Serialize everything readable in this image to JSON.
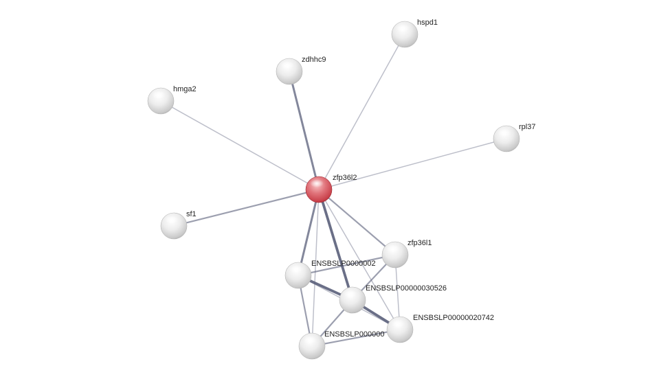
{
  "network": {
    "center_color": "#d9545c",
    "node_color": "#e6e6e6",
    "edge_color": "#5a5f7a",
    "nodes": [
      {
        "id": "zfp36l2",
        "label": "zfp36l2",
        "center": true
      },
      {
        "id": "hspd1",
        "label": "hspd1"
      },
      {
        "id": "zdhhc9",
        "label": "zdhhc9"
      },
      {
        "id": "hmga2",
        "label": "hmga2"
      },
      {
        "id": "rpl37",
        "label": "rpl37"
      },
      {
        "id": "sf1",
        "label": "sf1"
      },
      {
        "id": "zfp36l1",
        "label": "zfp36l1"
      },
      {
        "id": "ENSBSLP0000002x",
        "label": "ENSBSLP0000002"
      },
      {
        "id": "ENSBSLP00000030526",
        "label": "ENSBSLP00000030526"
      },
      {
        "id": "ENSBSLP00000020742",
        "label": "ENSBSLP00000020742"
      },
      {
        "id": "ENSBSLP0000000x",
        "label": "ENSBSLP000000"
      }
    ],
    "edges": [
      {
        "source": "zfp36l2",
        "target": "hspd1",
        "weight": 1
      },
      {
        "source": "zfp36l2",
        "target": "zdhhc9",
        "weight": 3
      },
      {
        "source": "zfp36l2",
        "target": "hmga2",
        "weight": 1
      },
      {
        "source": "zfp36l2",
        "target": "rpl37",
        "weight": 1
      },
      {
        "source": "zfp36l2",
        "target": "sf1",
        "weight": 2
      },
      {
        "source": "zfp36l2",
        "target": "zfp36l1",
        "weight": 2
      },
      {
        "source": "zfp36l2",
        "target": "ENSBSLP0000002x",
        "weight": 3
      },
      {
        "source": "zfp36l2",
        "target": "ENSBSLP00000030526",
        "weight": 4
      },
      {
        "source": "zfp36l2",
        "target": "ENSBSLP00000020742",
        "weight": 1
      },
      {
        "source": "zfp36l2",
        "target": "ENSBSLP0000000x",
        "weight": 1
      },
      {
        "source": "ENSBSLP0000002x",
        "target": "zfp36l1",
        "weight": 2
      },
      {
        "source": "ENSBSLP0000002x",
        "target": "ENSBSLP00000030526",
        "weight": 4
      },
      {
        "source": "ENSBSLP0000002x",
        "target": "ENSBSLP0000000x",
        "weight": 2
      },
      {
        "source": "ENSBSLP0000002x",
        "target": "ENSBSLP00000020742",
        "weight": 1
      },
      {
        "source": "ENSBSLP00000030526",
        "target": "ENSBSLP00000020742",
        "weight": 4
      },
      {
        "source": "ENSBSLP00000030526",
        "target": "ENSBSLP0000000x",
        "weight": 2
      },
      {
        "source": "ENSBSLP00000030526",
        "target": "zfp36l1",
        "weight": 2
      },
      {
        "source": "zfp36l1",
        "target": "ENSBSLP00000020742",
        "weight": 1
      },
      {
        "source": "ENSBSLP0000000x",
        "target": "ENSBSLP00000020742",
        "weight": 2
      }
    ]
  }
}
